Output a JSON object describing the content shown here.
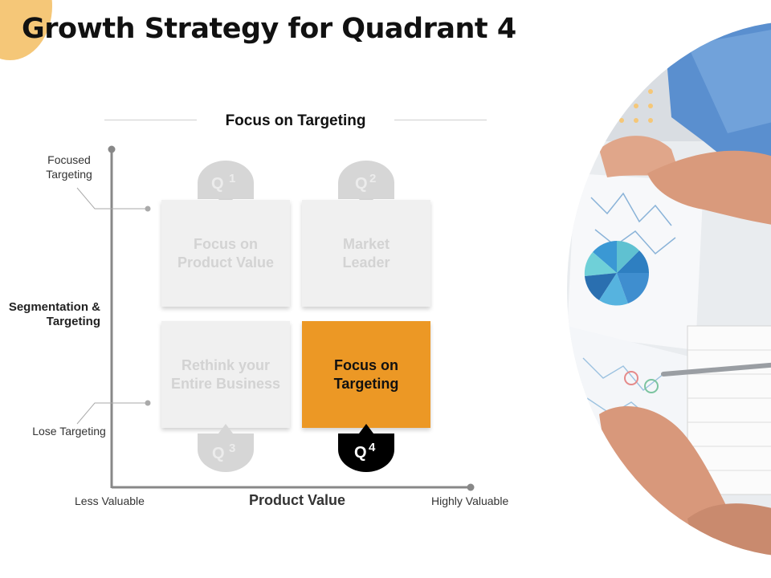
{
  "title": "Growth Strategy for Quadrant 4",
  "heading": "Focus on Targeting",
  "y_axis": {
    "top_label": "Focused Targeting",
    "bottom_label": "Lose Targeting",
    "title": "Segmentation & Targeting"
  },
  "x_axis": {
    "left_label": "Less Valuable",
    "right_label": "Highly Valuable",
    "title": "Product Value"
  },
  "quadrants": [
    {
      "badge_letter": "Q",
      "badge_number": "1",
      "label": "Focus on Product Value",
      "active": false
    },
    {
      "badge_letter": "Q",
      "badge_number": "2",
      "label": "Market Leader",
      "active": false
    },
    {
      "badge_letter": "Q",
      "badge_number": "3",
      "label": "Rethink your Entire Business",
      "active": false
    },
    {
      "badge_letter": "Q",
      "badge_number": "4",
      "label": "Focus on Targeting",
      "active": true
    }
  ],
  "colors": {
    "accent": "#ec9825",
    "corner": "#f5c778",
    "inactive_box": "#f0f0f0",
    "inactive_badge": "#d6d6d6",
    "active_badge": "#000000"
  }
}
